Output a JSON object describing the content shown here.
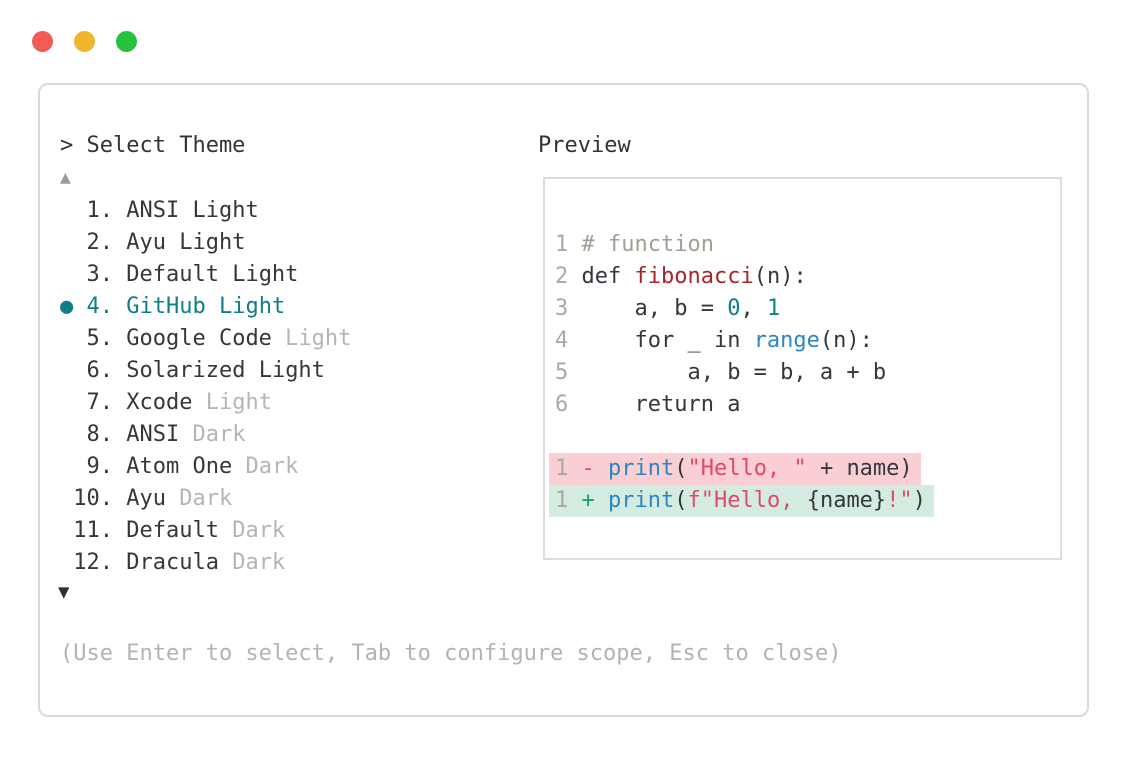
{
  "window_controls": {
    "close": "close-button",
    "minimize": "minimize-button",
    "zoom": "zoom-button",
    "colors": {
      "close": "#f25c54",
      "minimize": "#f0b42d",
      "zoom": "#27c23d"
    }
  },
  "dialog": {
    "prompt": "> Select Theme",
    "scroll_up": "▲",
    "scroll_down": "▼",
    "hint": "(Use Enter to select, Tab to configure scope, Esc to close)",
    "selected_number": 4,
    "selected_theme": "GitHub Light",
    "items": [
      {
        "prefix": "  1. ",
        "name": "ANSI",
        "variant": "Light",
        "selected": false,
        "dim": false
      },
      {
        "prefix": "  2. ",
        "name": "Ayu",
        "variant": "Light",
        "selected": false,
        "dim": false
      },
      {
        "prefix": "  3. ",
        "name": "Default",
        "variant": "Light",
        "selected": false,
        "dim": false
      },
      {
        "prefix": "● 4. ",
        "name": "GitHub",
        "variant": "Light",
        "selected": true,
        "dim": false
      },
      {
        "prefix": "  5. ",
        "name": "Google Code",
        "variant": "Light",
        "selected": false,
        "dim": true
      },
      {
        "prefix": "  6. ",
        "name": "Solarized",
        "variant": "Light",
        "selected": false,
        "dim": false
      },
      {
        "prefix": "  7. ",
        "name": "Xcode",
        "variant": "Light",
        "selected": false,
        "dim": true
      },
      {
        "prefix": "  8. ",
        "name": "ANSI",
        "variant": "Dark",
        "selected": false,
        "dim": true
      },
      {
        "prefix": "  9. ",
        "name": "Atom One",
        "variant": "Dark",
        "selected": false,
        "dim": true
      },
      {
        "prefix": " 10. ",
        "name": "Ayu",
        "variant": "Dark",
        "selected": false,
        "dim": true
      },
      {
        "prefix": " 11. ",
        "name": "Default",
        "variant": "Dark",
        "selected": false,
        "dim": true
      },
      {
        "prefix": " 12. ",
        "name": "Dracula",
        "variant": "Dark",
        "selected": false,
        "dim": true
      }
    ]
  },
  "preview": {
    "heading": "Preview",
    "lines": [
      {
        "num": "1",
        "tokens": [
          [
            "# function",
            "com"
          ]
        ]
      },
      {
        "num": "2",
        "tokens": [
          [
            "def ",
            "c"
          ],
          [
            "fibonacci",
            "fn"
          ],
          [
            "(n):",
            "c"
          ]
        ]
      },
      {
        "num": "3",
        "tokens": [
          [
            "    a, b = ",
            "c"
          ],
          [
            "0",
            "lit"
          ],
          [
            ", ",
            "c"
          ],
          [
            "1",
            "lit"
          ]
        ]
      },
      {
        "num": "4",
        "tokens": [
          [
            "    for _ in ",
            "c"
          ],
          [
            "range",
            "blu"
          ],
          [
            "(n):",
            "c"
          ]
        ]
      },
      {
        "num": "5",
        "tokens": [
          [
            "        a, b = b, a + b",
            "c"
          ]
        ]
      },
      {
        "num": "6",
        "tokens": [
          [
            "    return a",
            "c"
          ]
        ]
      },
      {
        "blank": true
      },
      {
        "num": "1",
        "diff": "del",
        "tokens": [
          [
            "- ",
            "del"
          ],
          [
            "print",
            "blu"
          ],
          [
            "(",
            "c"
          ],
          [
            "\"Hello, \"",
            "str"
          ],
          [
            " + name)",
            "c"
          ]
        ]
      },
      {
        "num": "1",
        "diff": "add",
        "tokens": [
          [
            "+ ",
            "add"
          ],
          [
            "print",
            "blu"
          ],
          [
            "(",
            "c"
          ],
          [
            "f\"Hello, ",
            "str"
          ],
          [
            "{name}",
            "c"
          ],
          [
            "!\"",
            "str"
          ],
          [
            ")",
            "c"
          ]
        ]
      }
    ]
  },
  "accent_colors": {
    "selected_teal": "#0f7e87",
    "dim_gray": "#b5b5b5",
    "diff_del_bg": "#f9cfd3",
    "diff_add_bg": "#d4ecdf",
    "string_red": "#e2486b",
    "keyword_blue": "#2e86c1",
    "function_red": "#a7262b",
    "comment_gray": "#9ba294"
  }
}
